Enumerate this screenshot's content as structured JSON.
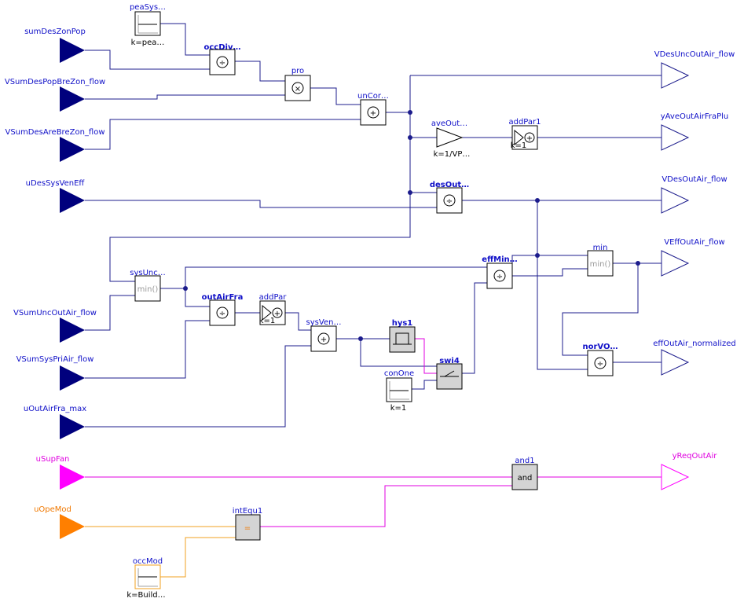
{
  "inputs": {
    "sumDesZonPop": "sumDesZonPop",
    "VSumDesPopBreZon_flow": "VSumDesPopBreZon_flow",
    "VSumDesAreBreZon_flow": "VSumDesAreBreZon_flow",
    "uDesSysVenEff": "uDesSysVenEff",
    "VSumUncOutAir_flow": "VSumUncOutAir_flow",
    "VSumSysPriAir_flow": "VSumSysPriAir_flow",
    "uOutAirFra_max": "uOutAirFra_max",
    "uSupFan": "uSupFan",
    "uOpeMod": "uOpeMod"
  },
  "outputs": {
    "VDesUncOutAir_flow": "VDesUncOutAir_flow",
    "yAveOutAirFraPlu": "yAveOutAirFraPlu",
    "VDesOutAir_flow": "VDesOutAir_flow",
    "VEffOutAir_flow": "VEffOutAir_flow",
    "effOutAir_normalized": "effOutAir_normalized",
    "yReqOutAir": "yReqOutAir"
  },
  "blocks": {
    "peaSys": {
      "name": "peaSys…",
      "param": "k=pea…"
    },
    "occDiv": {
      "name": "occDiv…",
      "symbol": "÷"
    },
    "pro": {
      "name": "pro",
      "symbol": "×"
    },
    "unCor": {
      "name": "unCor…",
      "symbol": "+"
    },
    "aveOut": {
      "name": "aveOut…",
      "param": "k=1/VP…"
    },
    "addPar1": {
      "name": "addPar1",
      "param": "k=1",
      "symbol": "+"
    },
    "desOut": {
      "name": "desOut…",
      "symbol": "÷"
    },
    "sysUnc": {
      "name": "sysUnc…",
      "symbol": "min()"
    },
    "effMin": {
      "name": "effMin…",
      "symbol": "÷"
    },
    "min": {
      "name": "min",
      "symbol": "min()"
    },
    "outAirFra": {
      "name": "outAirFra",
      "symbol": "÷"
    },
    "addPar": {
      "name": "addPar",
      "param": "k=1",
      "symbol": "+"
    },
    "sysVen": {
      "name": "sysVen…",
      "symbol": "+"
    },
    "hys1": {
      "name": "hys1"
    },
    "swi4": {
      "name": "swi4"
    },
    "conOne": {
      "name": "conOne",
      "param": "k=1"
    },
    "norVO": {
      "name": "norVO…",
      "symbol": "÷"
    },
    "and1": {
      "name": "and1",
      "symbol": "and"
    },
    "intEqu1": {
      "name": "intEqu1",
      "symbol": "="
    },
    "occMod": {
      "name": "occMod",
      "param": "k=Build…"
    }
  },
  "colors": {
    "real_signal": "#1c1c8c",
    "boolean_signal": "#ff00ff",
    "integer_signal": "#ff7f00",
    "label_blue": "#1010c8"
  }
}
